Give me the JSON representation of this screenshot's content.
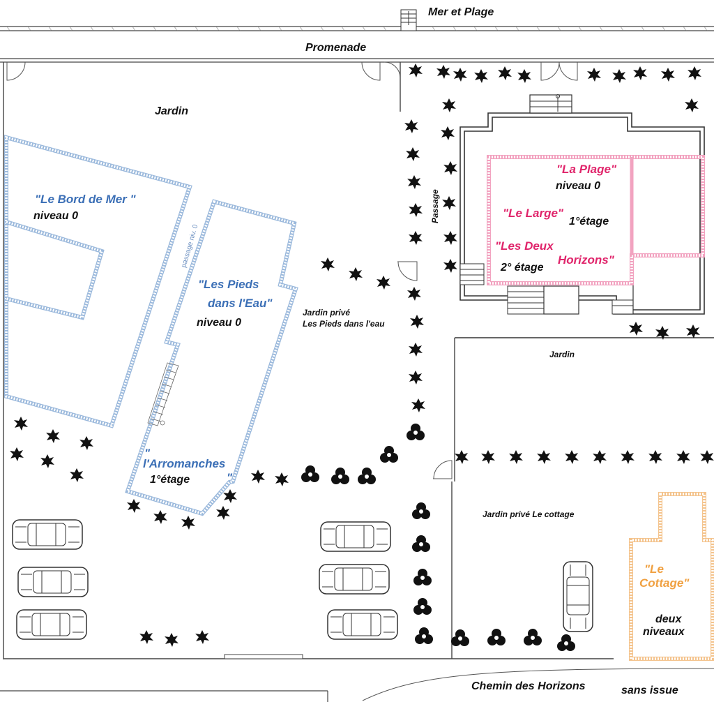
{
  "labels": {
    "mer_plage": "Mer et Plage",
    "promenade": "Promenade",
    "jardin_top": "Jardin",
    "bord_de_mer": "\"Le Bord de Mer \"",
    "bord_de_mer_level": "niveau 0",
    "passage_niv": "passage niv. 0",
    "pieds_line1": "\"Les Pieds",
    "pieds_line2": "dans l'Eau\"",
    "pieds_level": "niveau 0",
    "arromanches_line1": "\"",
    "arromanches_line2": "l'Arromanches",
    "arromanches_quote": "\"",
    "arromanches_level": "1°étage",
    "jardin_prive_1": "Jardin privé",
    "jardin_prive_2": "Les Pieds dans l'eau",
    "passage": "Passage",
    "la_plage": "\"La Plage\"",
    "la_plage_level": "niveau 0",
    "le_large": "\"Le Large\"",
    "le_large_level": "1°étage",
    "deux_horizons_1": "\"Les Deux",
    "deux_horizons_2": "Horizons\"",
    "deux_horizons_level": "2° étage",
    "jardin_right": "Jardin",
    "jardin_cottage": "Jardin privé Le cottage",
    "cottage_1": "\"Le",
    "cottage_2": "Cottage\"",
    "cottage_level_1": "deux",
    "cottage_level_2": "niveaux",
    "chemin": "Chemin des Horizons",
    "sans_issue": "sans issue"
  },
  "colors": {
    "apartment_blue": "#3b6fb6",
    "apartment_pink": "#e0256b",
    "apartment_orange": "#f0a040"
  }
}
